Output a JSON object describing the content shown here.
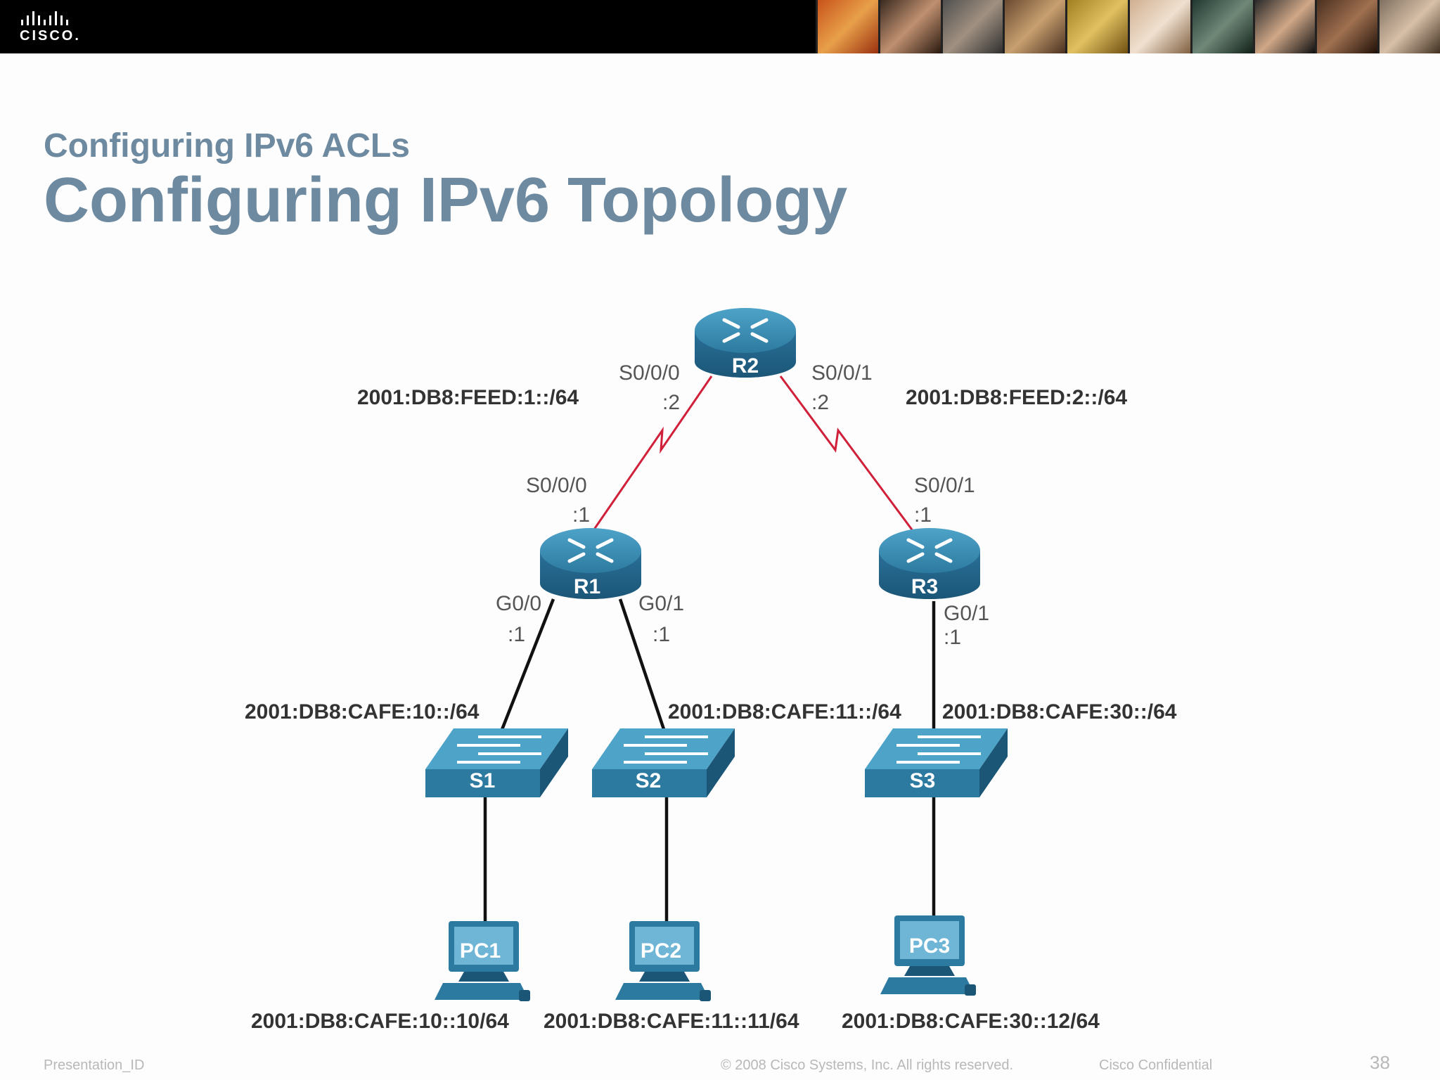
{
  "header": {
    "brand": "CISCO."
  },
  "slide": {
    "subtitle": "Configuring IPv6 ACLs",
    "title": "Configuring IPv6 Topology"
  },
  "diagram": {
    "devices": {
      "r2": "R2",
      "r1": "R1",
      "r3": "R3",
      "s1": "S1",
      "s2": "S2",
      "s3": "S3",
      "pc1": "PC1",
      "pc2": "PC2",
      "pc3": "PC3"
    },
    "interfaces": {
      "r2_s000": "S0/0/0",
      "r2_s000_host": ":2",
      "r2_s001": "S0/0/1",
      "r2_s001_host": ":2",
      "r1_s000": "S0/0/0",
      "r1_s000_host": ":1",
      "r3_s001": "S0/0/1",
      "r3_s001_host": ":1",
      "r1_g00": "G0/0",
      "r1_g00_host": ":1",
      "r1_g01": "G0/1",
      "r1_g01_host": ":1",
      "r3_g01": "G0/1",
      "r3_g01_host": ":1"
    },
    "networks": {
      "feed1": "2001:DB8:FEED:1::/64",
      "feed2": "2001:DB8:FEED:2::/64",
      "cafe10": "2001:DB8:CAFE:10::/64",
      "cafe11": "2001:DB8:CAFE:11::/64",
      "cafe30": "2001:DB8:CAFE:30::/64"
    },
    "hosts": {
      "pc1": "2001:DB8:CAFE:10::10/64",
      "pc2": "2001:DB8:CAFE:11::11/64",
      "pc3": "2001:DB8:CAFE:30::12/64"
    }
  },
  "footer": {
    "presentation_id": "Presentation_ID",
    "copyright": "© 2008 Cisco Systems, Inc. All rights reserved.",
    "confidential": "Cisco Confidential",
    "page_number": "38"
  },
  "colors": {
    "title": "#6e8aa0",
    "device": "#2f7fa6",
    "serial_link": "#d0203a",
    "ethernet_link": "#111111"
  }
}
